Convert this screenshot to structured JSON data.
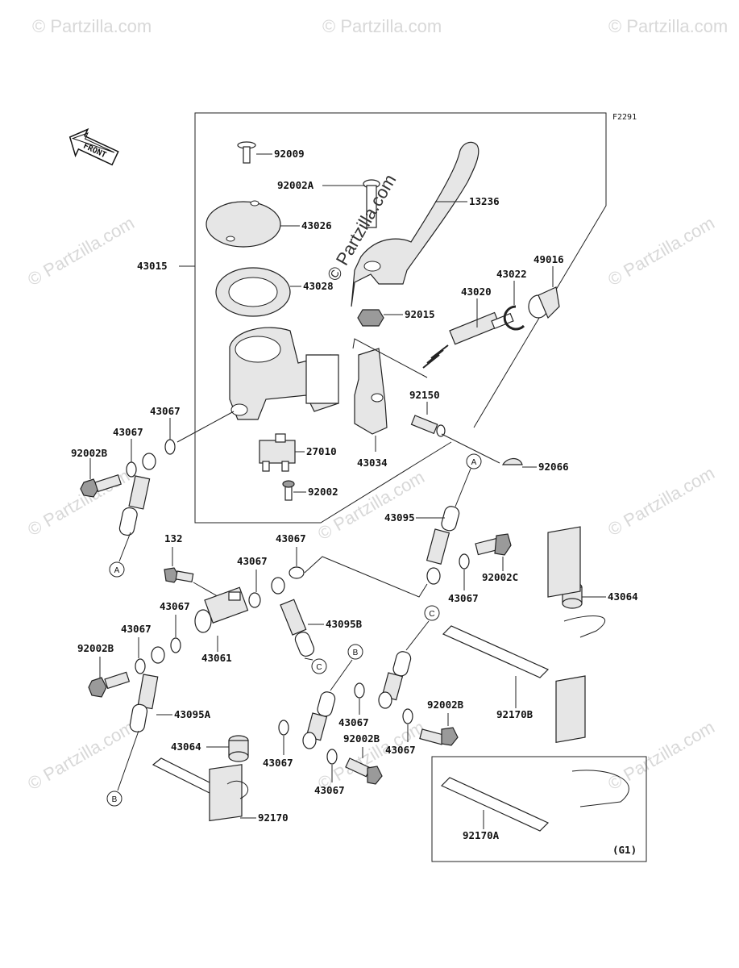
{
  "figure_code": "F2291",
  "front_label": "FRONT",
  "watermark_main": "© Partzilla.com",
  "watermark_side": "© Partzilla.com",
  "group_note": "(G1)",
  "callouts": {
    "a": "A",
    "b": "B",
    "c": "C"
  },
  "parts": {
    "p92009": "92009",
    "p92002A": "92002A",
    "p13236": "13236",
    "p43026": "43026",
    "p43015": "43015",
    "p43028": "43028",
    "p49016": "49016",
    "p43022": "43022",
    "p43020": "43020",
    "p92015": "92015",
    "p92150": "92150",
    "p43067_1": "43067",
    "p43067_2": "43067",
    "p92002B_1": "92002B",
    "p27010": "27010",
    "p43034": "43034",
    "p92066": "92066",
    "p92002": "92002",
    "p43095": "43095",
    "p132": "132",
    "p43067_3": "43067",
    "p43067_4": "43067",
    "p92002C": "92002C",
    "p43067_5": "43067",
    "p43064_1": "43064",
    "p43067_6": "43067",
    "p43095B": "43095B",
    "p43067_7": "43067",
    "p92002B_2": "92002B",
    "p43061": "43061",
    "p92002B_3": "92002B",
    "p43067_8": "43067",
    "p92170B": "92170B",
    "p43095A": "43095A",
    "p92002B_4": "92002B",
    "p43067_9": "43067",
    "p43064_2": "43064",
    "p43067_10": "43067",
    "p43067_11": "43067",
    "p92170": "92170",
    "p92170A": "92170A"
  }
}
